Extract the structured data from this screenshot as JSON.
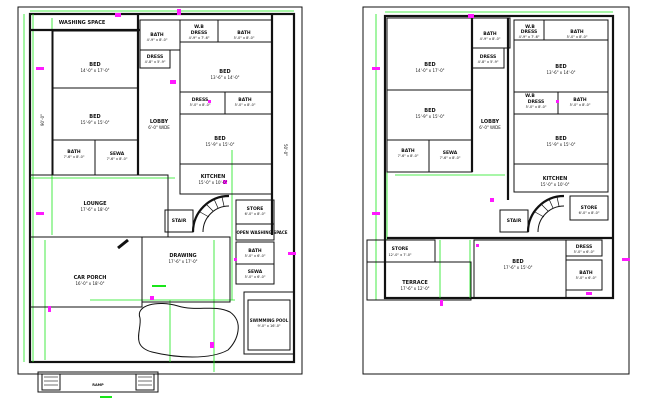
{
  "ground_floor": {
    "washing_space": "WASHING SPACE",
    "wb": "W.B",
    "bath_1": "BATH",
    "bath_1_dim": "4'-9\" x 8'-0\"",
    "bath_2": "BATH",
    "bath_2_dim": "5'-0\" x 8'-0\"",
    "dress_top": "DRESS",
    "dress_top_dim": "4'-9\" x 7'-6\"",
    "dress_1": "DRESS",
    "dress_1_dim": "4'-8\" x 5'-9\"",
    "bed_1": "BED",
    "bed_1_dim": "14'-0\" x 17'-0\"",
    "bed_2": "BED",
    "bed_2_dim": "13'-6\" x 14'-0\"",
    "lobby": "LOBBY",
    "lobby_dim": "6'-0\" WIDE",
    "dress_2": "DRESS",
    "dress_2_dim": "5'-0\" x 8'-0\"",
    "bath_3": "BATH",
    "bath_3_dim": "5'-0\" x 8'-0\"",
    "bed_3": "BED",
    "bed_3_dim": "15'-9\" x 15'-0\"",
    "bed_4": "BED",
    "bed_4_dim": "15'-9\" x 15'-0\"",
    "bath_4": "BATH",
    "bath_4_dim": "7'-6\" x 8'-0\"",
    "sewa": "SEWA",
    "sewa_dim": "7'-6\" x 8'-0\"",
    "kitchen": "KITCHEN",
    "kitchen_dim": "15'-0\" x 10'-0\"",
    "lounge": "LOUNGE",
    "lounge_dim": "17'-6\" x 18'-0\"",
    "stair": "STAIR",
    "store": "STORE",
    "store_dim": "6'-0\" x 8'-0\"",
    "open_washing": "OPEN WASHING SPACE",
    "drawing": "DRAWING",
    "drawing_dim": "17'-6\" x 17'-0\"",
    "car_porch": "CAR PORCH",
    "car_porch_dim": "16'-0\" x 18'-0\"",
    "bath_5": "BATH",
    "bath_5_dim": "5'-0\" x 6'-0\"",
    "sewa_2": "SEWA",
    "sewa_2_dim": "5'-0\" x 6'-0\"",
    "swimming_pool": "SWIMMING POOL",
    "swimming_pool_dim": "9'-0\" x 16'-0\"",
    "ramp": "RAMP",
    "dim_left": "90'-0\"",
    "dim_right": "50'-0\""
  },
  "first_floor": {
    "wb": "W.B",
    "bath_1": "BATH",
    "bath_1_dim": "4'-9\" x 8'-0\"",
    "bath_2": "BATH",
    "bath_2_dim": "5'-0\" x 8'-0\"",
    "dress_top": "DRESS",
    "dress_top_dim": "4'-9\" x 7'-6\"",
    "dress_1": "DRESS",
    "dress_1_dim": "4'-8\" x 5'-9\"",
    "bed_1": "BED",
    "bed_1_dim": "14'-0\" x 17'-0\"",
    "bed_2": "BED",
    "bed_2_dim": "13'-6\" x 14'-0\"",
    "wb_2": "W.B",
    "dress_2": "DRESS",
    "dress_2_dim": "5'-0\" x 8'-0\"",
    "bath_3": "BATH",
    "bath_3_dim": "5'-0\" x 8'-0\"",
    "lobby": "LOBBY",
    "lobby_dim": "6'-0\" WIDE",
    "bed_3": "BED",
    "bed_3_dim": "15'-9\" x 15'-0\"",
    "bed_4": "BED",
    "bed_4_dim": "15'-9\" x 15'-0\"",
    "bath_4": "BATH",
    "bath_4_dim": "7'-6\" x 8'-0\"",
    "sewa": "SEWA",
    "sewa_dim": "7'-6\" x 8'-0\"",
    "kitchen": "KITCHEN",
    "kitchen_dim": "15'-0\" x 10'-0\"",
    "stair": "STAIR",
    "store_r": "STORE",
    "store_r_dim": "6'-0\" x 8'-0\"",
    "store_l": "STORE",
    "store_l_dim": "12'-0\" x 7'-0\"",
    "terrace": "TERRACE",
    "terrace_dim": "17'-6\" x 12'-0\"",
    "bed_5": "BED",
    "bed_5_dim": "17'-6\" x 15'-0\"",
    "dress_3": "DRESS",
    "dress_3_dim": "5'-0\" x 6'-0\"",
    "bath_5": "BATH",
    "bath_5_dim": "5'-0\" x 6'-0\""
  }
}
